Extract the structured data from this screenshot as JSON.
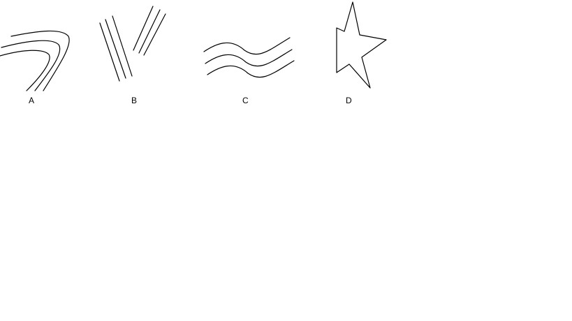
{
  "figures": [
    {
      "id": "A",
      "label": "A",
      "shape": "three-curved-parallel-lines"
    },
    {
      "id": "B",
      "label": "B",
      "shape": "two-groups-of-parallel-straight-lines"
    },
    {
      "id": "C",
      "label": "C",
      "shape": "three-wavy-parallel-lines"
    },
    {
      "id": "D",
      "label": "D",
      "shape": "irregular-star"
    }
  ],
  "colors": {
    "stroke": "#000000",
    "background": "#ffffff"
  }
}
